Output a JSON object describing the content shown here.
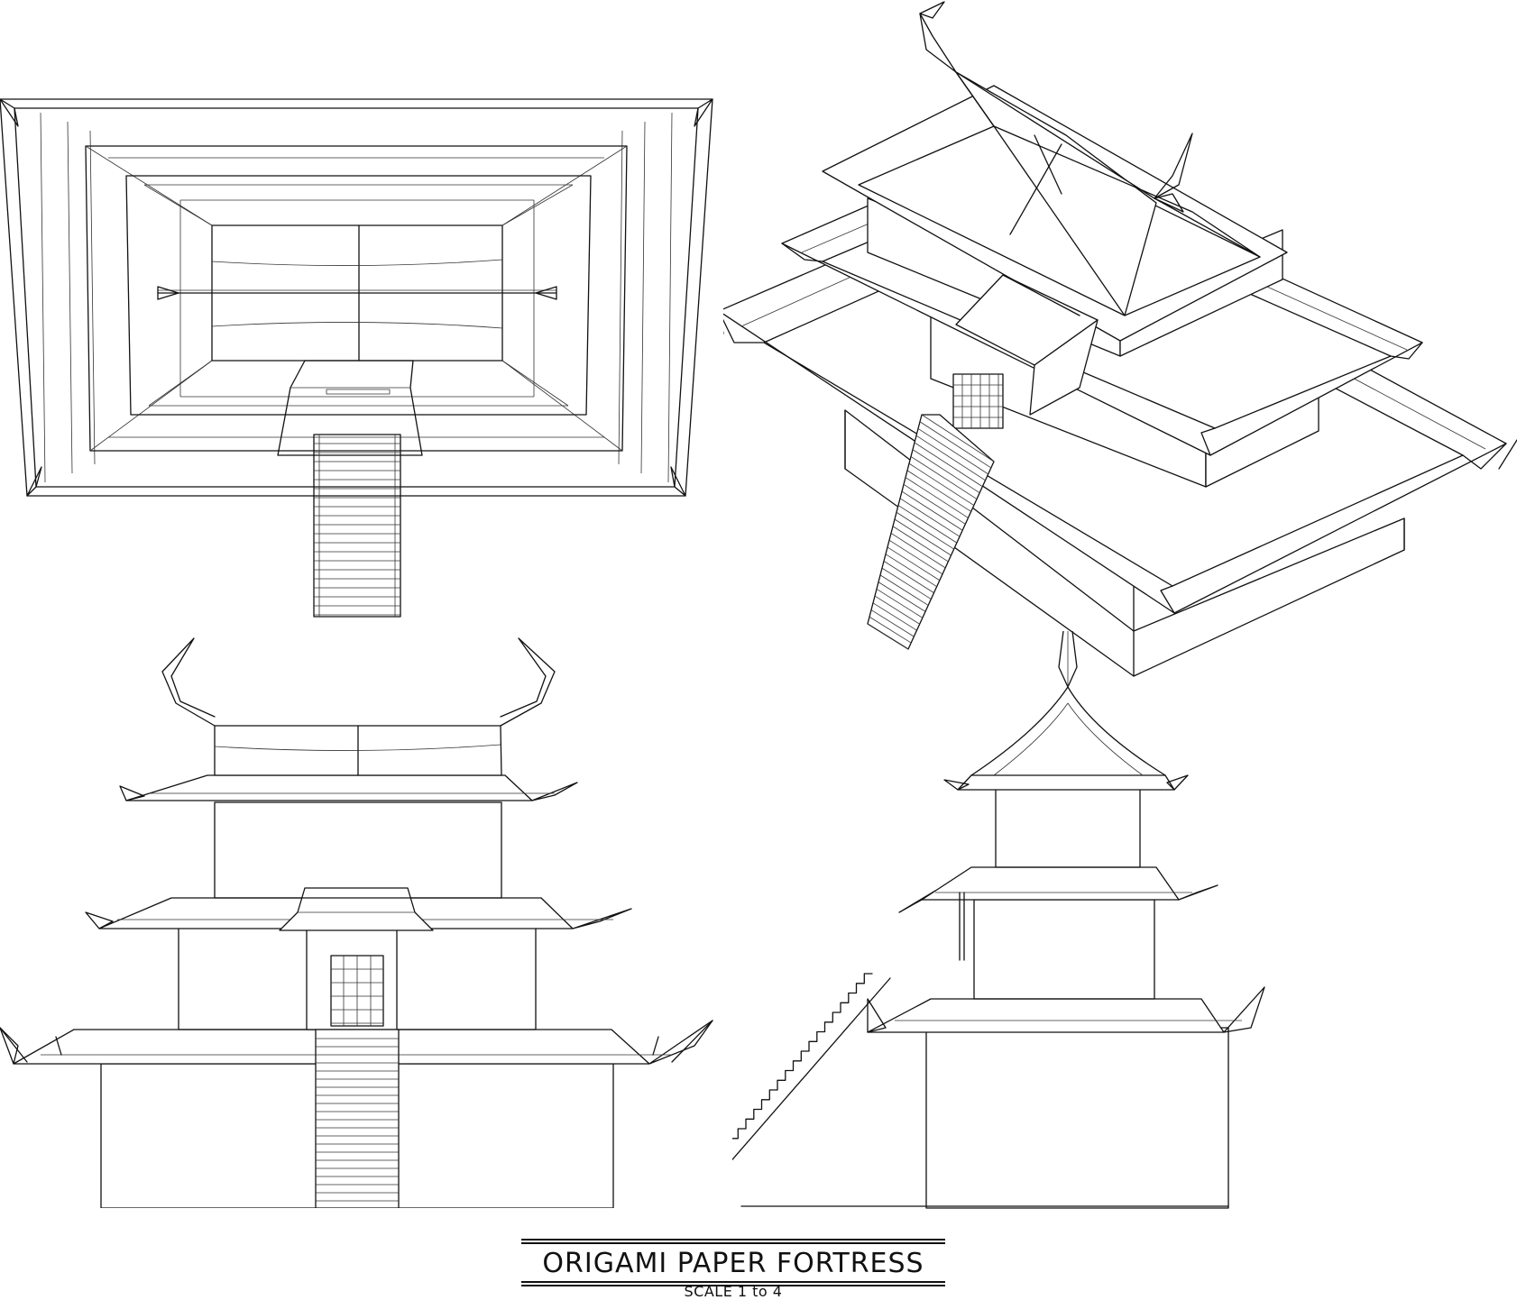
{
  "drawing": {
    "title": "ORIGAMI PAPER FORTRESS",
    "scale": "SCALE 1 to 4"
  },
  "views": {
    "plan": "top-view",
    "isometric": "isometric-view",
    "front": "front-elevation",
    "side": "side-elevation"
  },
  "colors": {
    "ink": "#111111",
    "paper": "#ffffff"
  }
}
